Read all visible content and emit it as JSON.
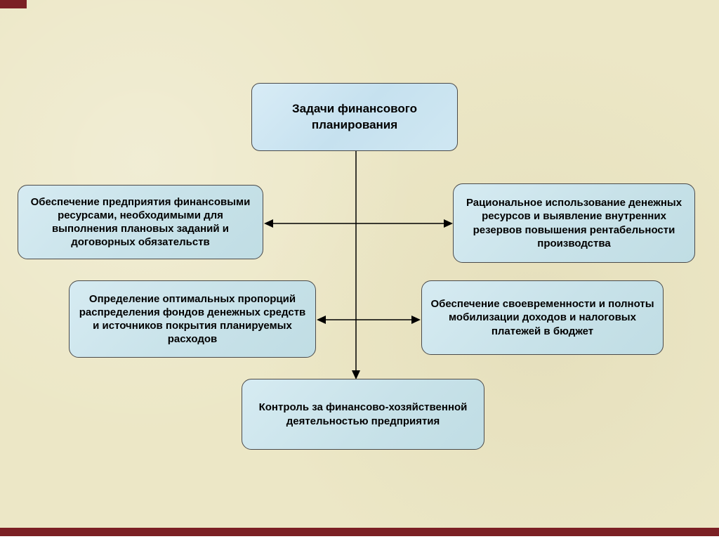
{
  "slide": {
    "colors": {
      "background": "#ece7c6",
      "box_fill": "#cde6ec",
      "box_border": "#4a4a4a",
      "text": "#000000",
      "accent_bar": "#7b2024",
      "connector": "#000000"
    },
    "nodes": {
      "title": {
        "label": "Задачи финансового планирования"
      },
      "left": {
        "label": "Обеспечение предприятия финансовыми ресурсами, необходимыми для выполнения плановых заданий и договорных обязательств"
      },
      "right": {
        "label": "Рациональное использование денежных ресурсов и выявление внутренних резервов повышения рентабельности производства"
      },
      "mid_left": {
        "label": "Определение оптимальных пропорций распределения фондов денежных средств и источников покрытия планируемых расходов"
      },
      "mid_right": {
        "label": "Обеспечение своевременности и полноты мобилизации доходов и налоговых платежей в бюджет"
      },
      "bottom": {
        "label": "Контроль за финансово-хозяйственной деятельностью предприятия"
      }
    }
  }
}
